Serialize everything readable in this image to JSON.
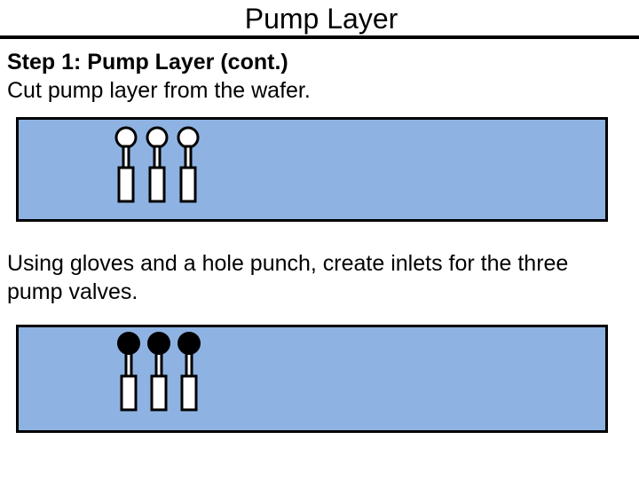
{
  "slide": {
    "title": "Pump Layer",
    "step_heading": "Step 1: Pump Layer (cont.)",
    "step_text": "Cut pump layer from the wafer.",
    "instruction_text": "Using gloves and a hole punch, create inlets for the three pump valves."
  },
  "diagrams": {
    "before": {
      "inlets_punched": false,
      "inlet_count": 3
    },
    "after": {
      "inlets_punched": true,
      "inlet_count": 3
    },
    "colors": {
      "panel_fill": "#8eb3e3",
      "outline": "#000000",
      "valve_fill": "#ffffff",
      "punched_inlet": "#000000"
    }
  }
}
